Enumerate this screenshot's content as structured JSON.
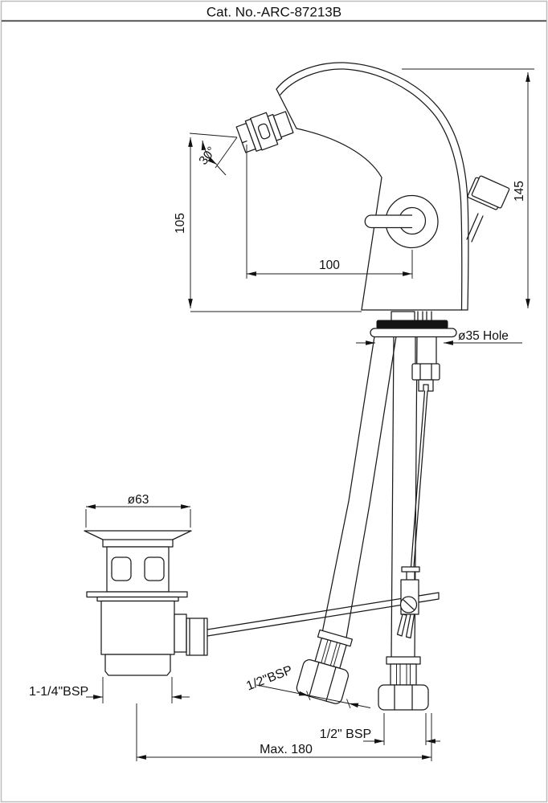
{
  "title": "Cat. No.-ARC-87213B",
  "colors": {
    "line": "#1a1a1a",
    "frame_border": "#bcbcbc",
    "title_rule": "#666666",
    "gasket_fill": "#141414"
  },
  "labels": {
    "angle": "30°",
    "spout_height": "105",
    "total_height": "145",
    "spout_reach": "100",
    "mount_hole": "ø35 Hole",
    "waste_flange_dia": "ø63",
    "waste_thread": "1-1/4\"BSP",
    "left_hose_thread": "1/2\"BSP",
    "right_hose_thread": "1/2\" BSP",
    "max_spread": "Max. 180"
  }
}
